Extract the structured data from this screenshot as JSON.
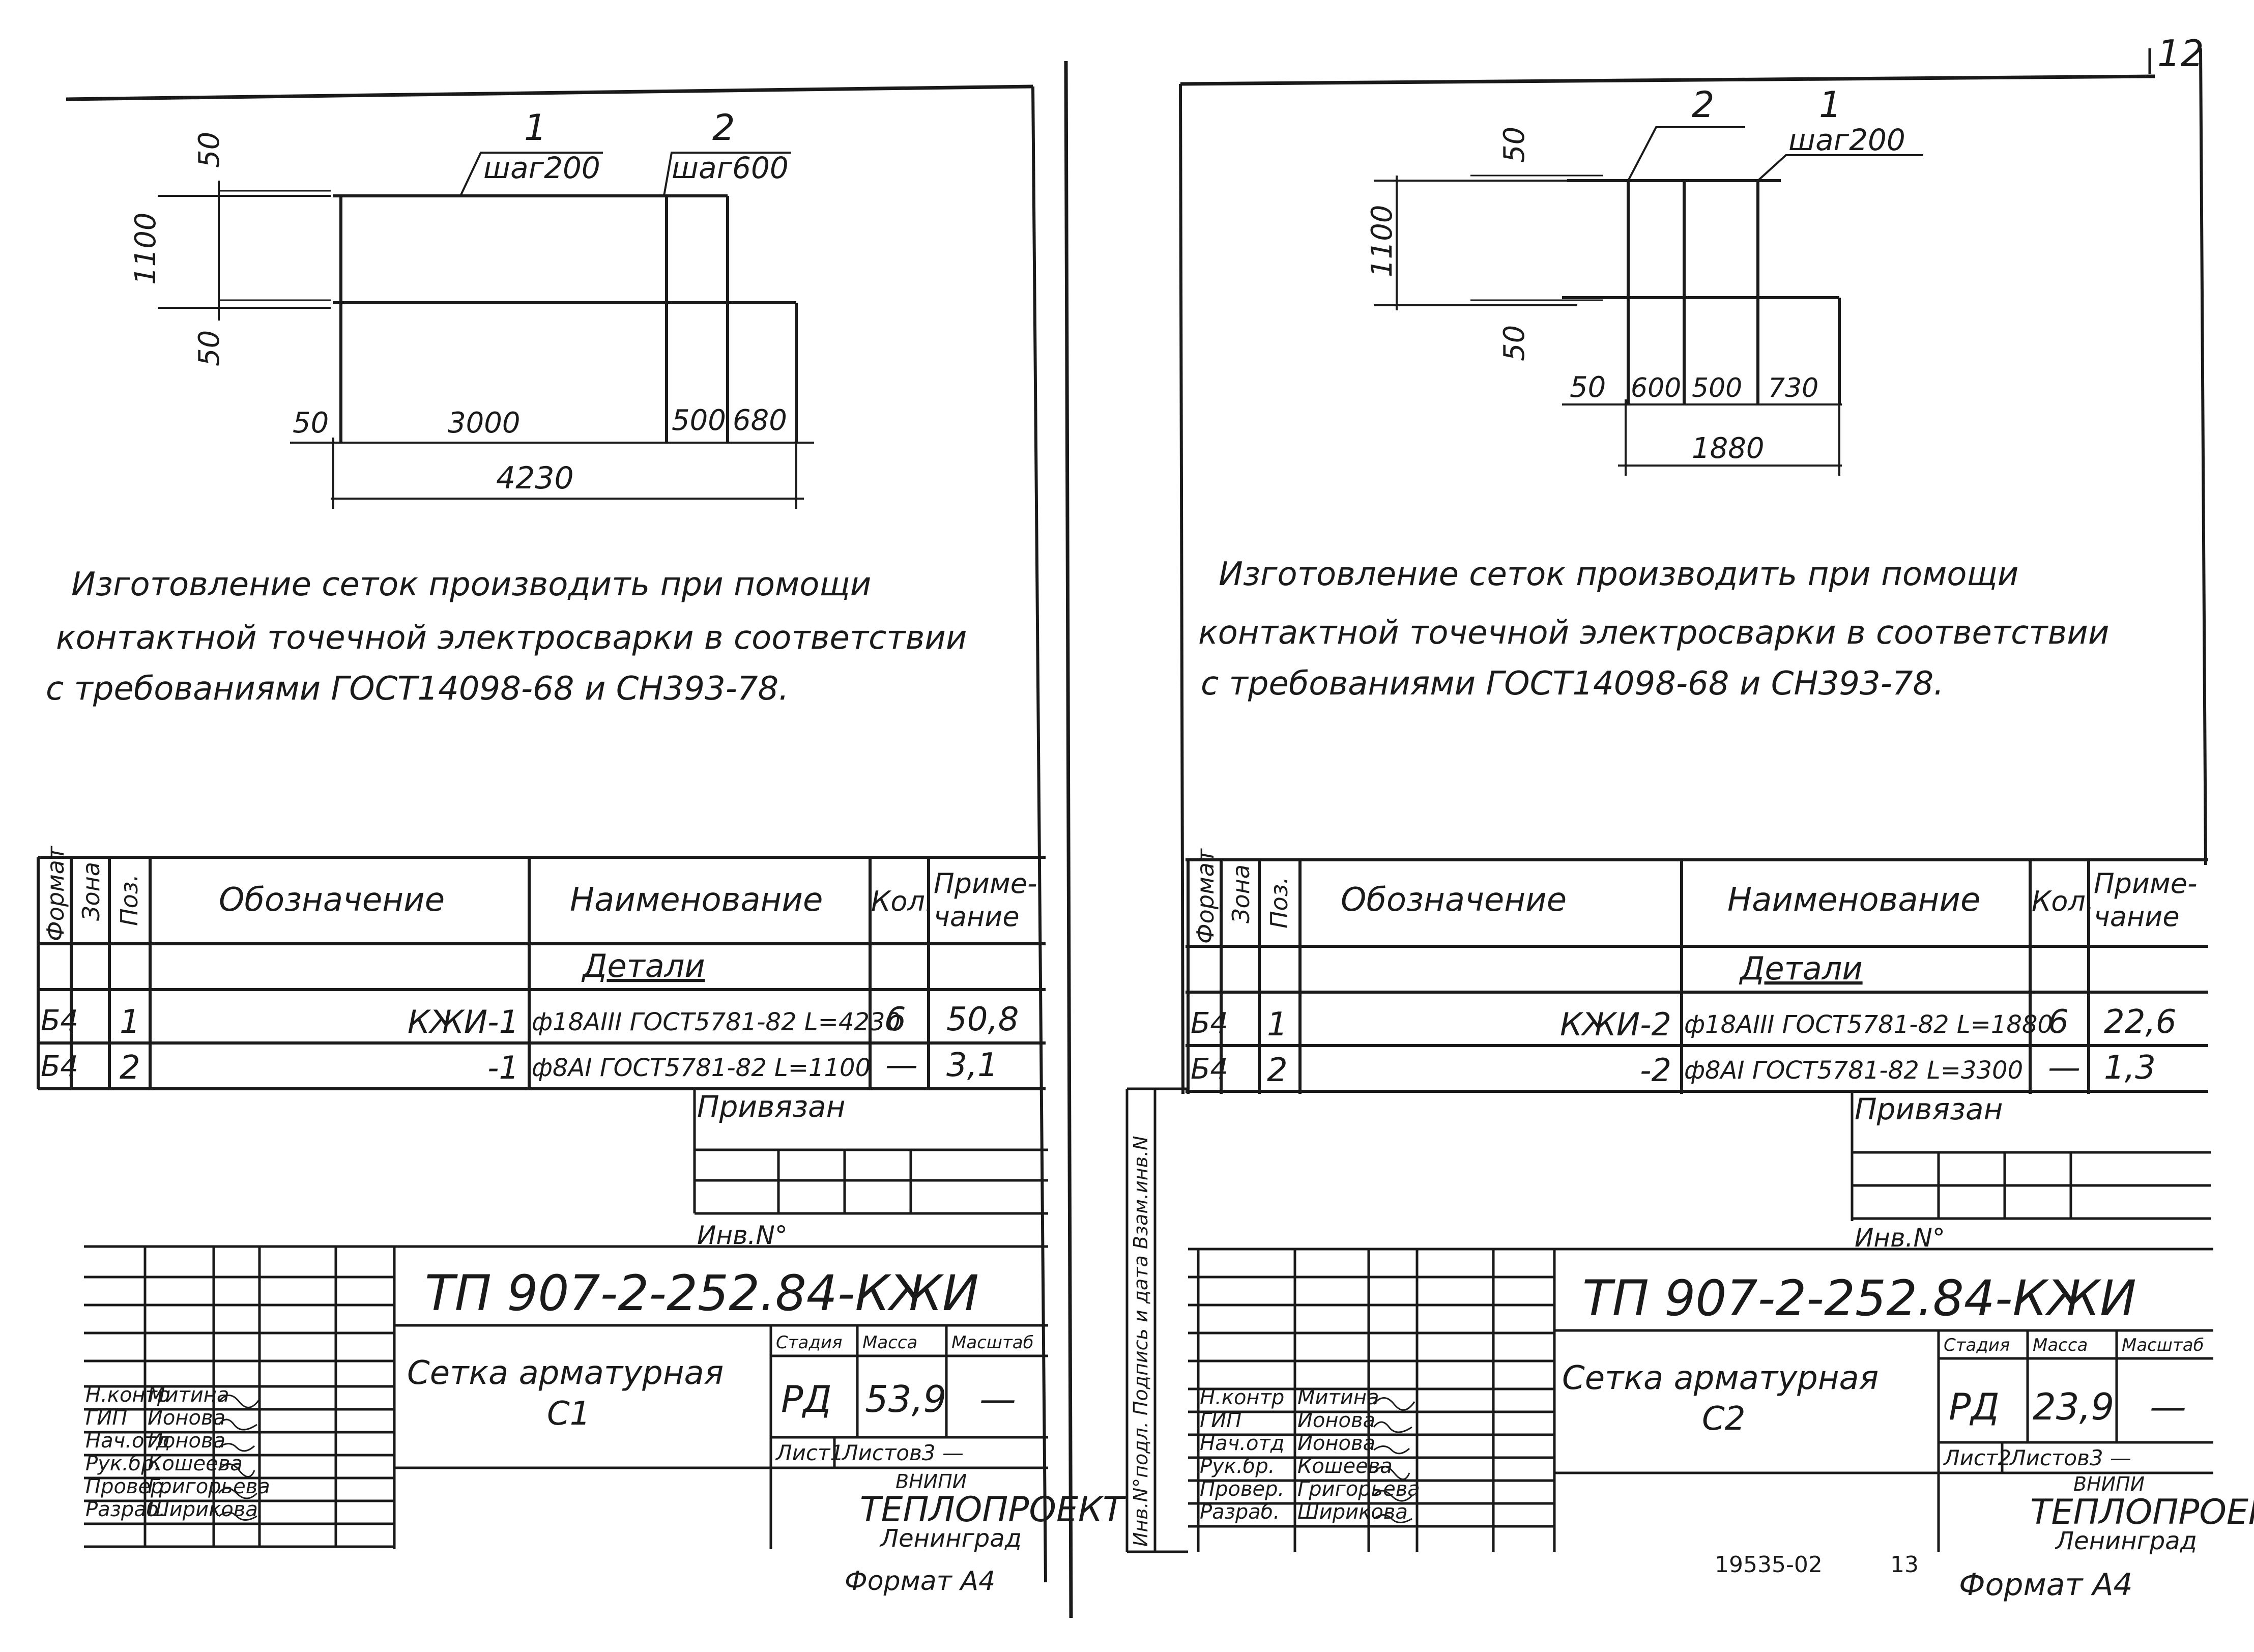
{
  "page_number": "12",
  "left": {
    "drawing": {
      "pos1": {
        "number": "1",
        "step": "шаг200"
      },
      "pos2": {
        "number": "2",
        "step": "шаг600"
      },
      "dims": {
        "d50_top": "50",
        "d1100": "1100",
        "d50_bottom": "50",
        "d50_left": "50",
        "d3000": "3000",
        "d500": "500",
        "d680": "680",
        "d4230": "4230"
      }
    },
    "note": [
      "Изготовление сеток производить при помощи",
      "контактной точечной электросварки в соответствии",
      "с требованиями ГОСТ14098-68 и СН393-78."
    ],
    "spec": {
      "headers": {
        "format": "Формат",
        "zone": "Зона",
        "pos": "Поз.",
        "designation": "Обозначение",
        "name": "Наименование",
        "qty": "Кол.",
        "note_1": "Приме-",
        "note_2": "чание"
      },
      "section": "Детали",
      "rows": [
        {
          "format": "Б4",
          "pos": "1",
          "designation": "КЖИ-1",
          "name": "ф18АIII ГОСТ5781-82 L=4230",
          "qty": "6",
          "note": "50,8"
        },
        {
          "format": "Б4",
          "pos": "2",
          "designation": "-1",
          "name": "ф8АI ГОСТ5781-82 L=1100",
          "qty": "—",
          "note": "3,1"
        }
      ]
    },
    "privyazan": "Привязан",
    "inv": "Инв.N°",
    "title": {
      "doc_code": "ТП 907-2-252.84-КЖИ",
      "name_1": "Сетка арматурная",
      "name_2": "С1",
      "stage_header": "Стадия",
      "mass_header": "Масса",
      "scale_header": "Масштаб",
      "stage": "РД",
      "mass": "53,9",
      "scale": "—",
      "sheet": "Лист1",
      "sheets": "Листов3 —",
      "org_1": "ВНИПИ",
      "org_2": "ТЕПЛОПРОЕКТ",
      "org_3": "Ленинград",
      "roles": [
        "Н.контр",
        "ГИП",
        "Нач.отд",
        "Рук.бр.",
        "Провер.",
        "Разраб."
      ],
      "people": [
        "Митина",
        "Ионова",
        "Ионова",
        "Кошеева",
        "Григорьева",
        "Шириковa"
      ]
    },
    "format": "Формат А4"
  },
  "right": {
    "drawing": {
      "pos2": {
        "number": "2"
      },
      "pos1": {
        "number": "1",
        "step": "шаг200"
      },
      "dims": {
        "d50_top": "50",
        "d1100": "1100",
        "d50_bottom": "50",
        "d50_left": "50",
        "d600": "600",
        "d500": "500",
        "d730": "730",
        "d1880": "1880"
      }
    },
    "note": [
      "Изготовление сеток производить при помощи",
      "контактной точечной электросварки в соответствии",
      "с требованиями ГОСТ14098-68 и СН393-78."
    ],
    "spec": {
      "headers": {
        "format": "Формат",
        "zone": "Зона",
        "pos": "Поз.",
        "designation": "Обозначение",
        "name": "Наименование",
        "qty": "Кол.",
        "note_1": "Приме-",
        "note_2": "чание"
      },
      "section": "Детали",
      "rows": [
        {
          "format": "Б4",
          "pos": "1",
          "designation": "КЖИ-2",
          "name": "ф18АIII ГОСТ5781-82 L=1880",
          "qty": "6",
          "note": "22,6"
        },
        {
          "format": "Б4",
          "pos": "2",
          "designation": "-2",
          "name": "ф8АI ГОСТ5781-82 L=3300",
          "qty": "—",
          "note": "1,3"
        }
      ]
    },
    "privyazan": "Привязан",
    "inv": "Инв.N°",
    "side_strip": "Инв.N°подл. Подпись и дата Взам.инв.N",
    "title": {
      "doc_code": "ТП 907-2-252.84-КЖИ",
      "name_1": "Сетка арматурная",
      "name_2": "С2",
      "stage_header": "Стадия",
      "mass_header": "Масса",
      "scale_header": "Масштаб",
      "stage": "РД",
      "mass": "23,9",
      "scale": "—",
      "sheet": "Лист2",
      "sheets": "Листов3 —",
      "org_1": "ВНИПИ",
      "org_2": "ТЕПЛОПРОЕКТ",
      "org_3": "Ленинград",
      "roles": [
        "Н.контр",
        "ГИП",
        "Нач.отд",
        "Рук.бр.",
        "Провер.",
        "Разраб."
      ],
      "people": [
        "Митина",
        "Ионова",
        "Ионова",
        "Кошеева",
        "Григорьева",
        "Шириковa"
      ]
    },
    "stamp": "19535-02",
    "page": "13",
    "format": "Формат А4"
  }
}
